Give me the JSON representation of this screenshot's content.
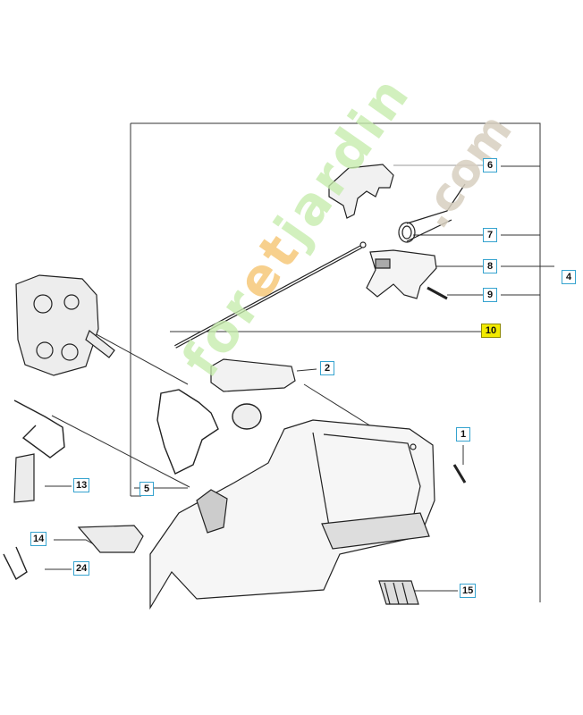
{
  "callouts": {
    "c1": "1",
    "c2": "2",
    "c4": "4",
    "c5": "5",
    "c6": "6",
    "c7": "7",
    "c8": "8",
    "c9": "9",
    "c10": "10",
    "c13": "13",
    "c14": "14",
    "c15": "15",
    "c24": "24"
  },
  "watermark": {
    "green_part": "for",
    "orange_part": "et",
    "green_part2": "jardin",
    "suffix": ".com"
  },
  "colors": {
    "callout_border": "#36a3cf",
    "highlight": "#f2ea00",
    "line": "#333333"
  }
}
